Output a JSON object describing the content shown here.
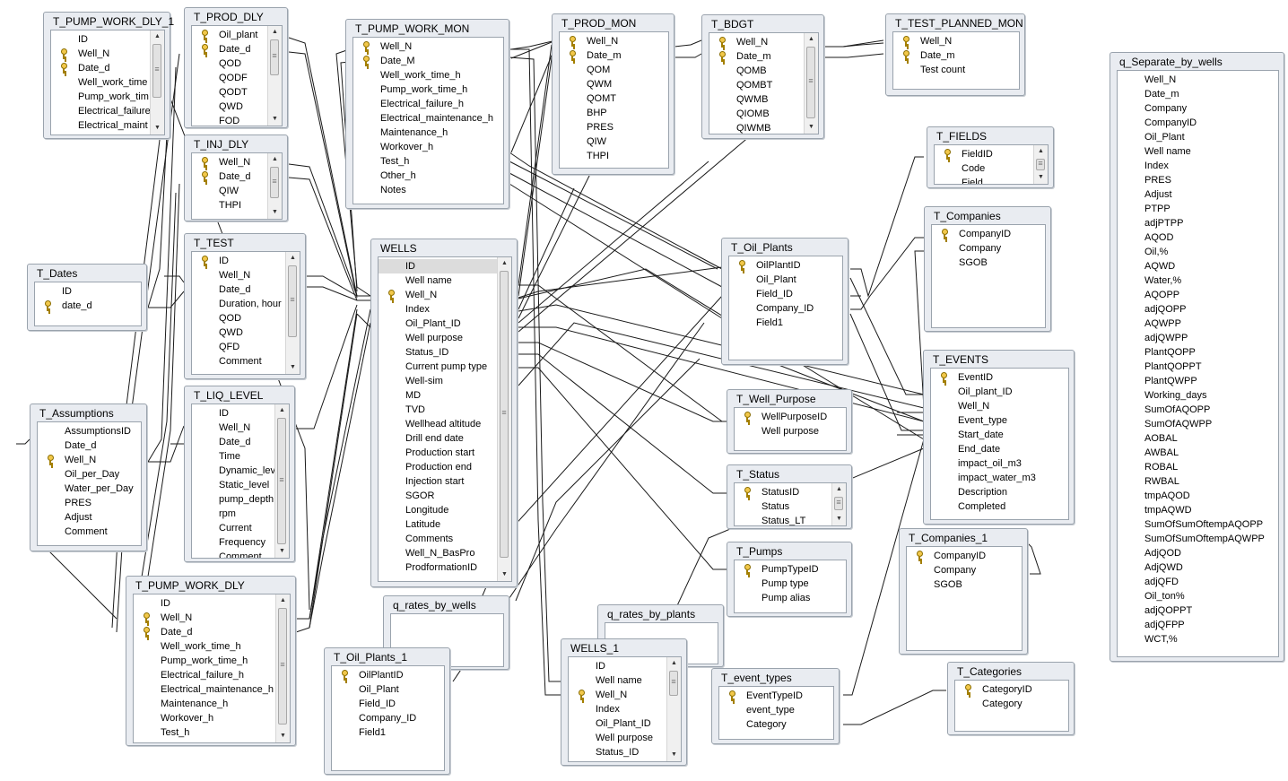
{
  "tables": [
    {
      "name": "T_PUMP_WORK_DLY_1",
      "fields": [
        {
          "t": "ID"
        },
        {
          "t": "Well_N",
          "k": 1
        },
        {
          "t": "Date_d",
          "k": 1
        },
        {
          "t": "Well_work_time"
        },
        {
          "t": "Pump_work_tim"
        },
        {
          "t": "Electrical_failure"
        },
        {
          "t": "Electrical_maint"
        }
      ]
    },
    {
      "name": "T_PROD_DLY",
      "fields": [
        {
          "t": "Oil_plant",
          "k": 1
        },
        {
          "t": "Date_d",
          "k": 1
        },
        {
          "t": "QOD"
        },
        {
          "t": "QODF"
        },
        {
          "t": "QODT"
        },
        {
          "t": "QWD"
        },
        {
          "t": "FOD"
        }
      ]
    },
    {
      "name": "T_PUMP_WORK_MON",
      "fields": [
        {
          "t": "Well_N",
          "k": 1
        },
        {
          "t": "Date_M",
          "k": 1
        },
        {
          "t": "Well_work_time_h"
        },
        {
          "t": "Pump_work_time_h"
        },
        {
          "t": "Electrical_failure_h"
        },
        {
          "t": "Electrical_maintenance_h"
        },
        {
          "t": "Maintenance_h"
        },
        {
          "t": "Workover_h"
        },
        {
          "t": "Test_h"
        },
        {
          "t": "Other_h"
        },
        {
          "t": "Notes"
        }
      ]
    },
    {
      "name": "T_PROD_MON",
      "fields": [
        {
          "t": "Well_N",
          "k": 1
        },
        {
          "t": "Date_m",
          "k": 1
        },
        {
          "t": "QOM"
        },
        {
          "t": "QWM"
        },
        {
          "t": "QOMT"
        },
        {
          "t": "BHP"
        },
        {
          "t": "PRES"
        },
        {
          "t": "QIW"
        },
        {
          "t": "THPI"
        }
      ]
    },
    {
      "name": "T_BDGT",
      "fields": [
        {
          "t": "Well_N",
          "k": 1
        },
        {
          "t": "Date_m",
          "k": 1
        },
        {
          "t": "QOMB"
        },
        {
          "t": "QOMBT"
        },
        {
          "t": "QWMB"
        },
        {
          "t": "QIOMB"
        },
        {
          "t": "QIWMB"
        }
      ]
    },
    {
      "name": "T_TEST_PLANNED_MON",
      "fields": [
        {
          "t": "Well_N",
          "k": 1
        },
        {
          "t": "Date_m",
          "k": 1
        },
        {
          "t": "Test count"
        }
      ]
    },
    {
      "name": "q_Separate_by_wells",
      "fields": [
        {
          "t": "Well_N"
        },
        {
          "t": "Date_m"
        },
        {
          "t": "Company"
        },
        {
          "t": "CompanyID"
        },
        {
          "t": "Oil_Plant"
        },
        {
          "t": "Well name"
        },
        {
          "t": "Index"
        },
        {
          "t": "PRES"
        },
        {
          "t": "Adjust"
        },
        {
          "t": "PTPP"
        },
        {
          "t": "adjPTPP"
        },
        {
          "t": "AQOD"
        },
        {
          "t": "Oil,%"
        },
        {
          "t": "AQWD"
        },
        {
          "t": "Water,%"
        },
        {
          "t": "AQOPP"
        },
        {
          "t": "adjQOPP"
        },
        {
          "t": "AQWPP"
        },
        {
          "t": "adjQWPP"
        },
        {
          "t": "PlantQOPP"
        },
        {
          "t": "PlantQOPPT"
        },
        {
          "t": "PlantQWPP"
        },
        {
          "t": "Working_days"
        },
        {
          "t": "SumOfAQOPP"
        },
        {
          "t": "SumOfAQWPP"
        },
        {
          "t": "AOBAL"
        },
        {
          "t": "AWBAL"
        },
        {
          "t": "ROBAL"
        },
        {
          "t": "RWBAL"
        },
        {
          "t": "tmpAQOD"
        },
        {
          "t": "tmpAQWD"
        },
        {
          "t": "SumOfSumOftempAQOPP"
        },
        {
          "t": "SumOfSumOftempAQWPP"
        },
        {
          "t": "AdjQOD"
        },
        {
          "t": "AdjQWD"
        },
        {
          "t": "adjQFD"
        },
        {
          "t": "Oil_ton%"
        },
        {
          "t": "adjQOPPT"
        },
        {
          "t": "adjQFPP"
        },
        {
          "t": "WCT,%"
        }
      ]
    },
    {
      "name": "T_INJ_DLY",
      "fields": [
        {
          "t": "Well_N",
          "k": 1
        },
        {
          "t": "Date_d",
          "k": 1
        },
        {
          "t": "QIW"
        },
        {
          "t": "THPI"
        }
      ]
    },
    {
      "name": "T_FIELDS",
      "fields": [
        {
          "t": "FieldID",
          "k": 1
        },
        {
          "t": "Code"
        },
        {
          "t": "Field"
        }
      ]
    },
    {
      "name": "T_Companies",
      "fields": [
        {
          "t": "CompanyID",
          "k": 1
        },
        {
          "t": "Company"
        },
        {
          "t": "SGOB"
        }
      ]
    },
    {
      "name": "T_TEST",
      "fields": [
        {
          "t": "ID",
          "k": 1
        },
        {
          "t": "Well_N"
        },
        {
          "t": "Date_d"
        },
        {
          "t": "Duration, hour"
        },
        {
          "t": "QOD"
        },
        {
          "t": "QWD"
        },
        {
          "t": "QFD"
        },
        {
          "t": "Comment"
        }
      ]
    },
    {
      "name": "T_Dates",
      "fields": [
        {
          "t": "ID"
        },
        {
          "t": "date_d",
          "k": 1
        }
      ]
    },
    {
      "name": "WELLS",
      "fields": [
        {
          "t": "ID",
          "s": 1
        },
        {
          "t": "Well name"
        },
        {
          "t": "Well_N",
          "k": 1
        },
        {
          "t": "Index"
        },
        {
          "t": "Oil_Plant_ID"
        },
        {
          "t": "Well purpose"
        },
        {
          "t": "Status_ID"
        },
        {
          "t": "Current pump type"
        },
        {
          "t": "Well-sim"
        },
        {
          "t": "MD"
        },
        {
          "t": "TVD"
        },
        {
          "t": "Wellhead altitude"
        },
        {
          "t": "Drill end date"
        },
        {
          "t": "Production start"
        },
        {
          "t": "Production end"
        },
        {
          "t": "Injection start"
        },
        {
          "t": "SGOR"
        },
        {
          "t": "Longitude"
        },
        {
          "t": "Latitude"
        },
        {
          "t": "Comments"
        },
        {
          "t": "Well_N_BasPro"
        },
        {
          "t": "ProdformationID"
        }
      ]
    },
    {
      "name": "T_Oil_Plants",
      "fields": [
        {
          "t": "OilPlantID",
          "k": 1
        },
        {
          "t": "Oil_Plant"
        },
        {
          "t": "Field_ID"
        },
        {
          "t": "Company_ID"
        },
        {
          "t": "Field1"
        }
      ]
    },
    {
      "name": "T_EVENTS",
      "fields": [
        {
          "t": "EventID",
          "k": 1
        },
        {
          "t": "Oil_plant_ID"
        },
        {
          "t": "Well_N"
        },
        {
          "t": "Event_type"
        },
        {
          "t": "Start_date"
        },
        {
          "t": "End_date"
        },
        {
          "t": "impact_oil_m3"
        },
        {
          "t": "impact_water_m3"
        },
        {
          "t": "Description"
        },
        {
          "t": "Completed"
        }
      ]
    },
    {
      "name": "T_LIQ_LEVEL",
      "fields": [
        {
          "t": "ID"
        },
        {
          "t": "Well_N"
        },
        {
          "t": "Date_d"
        },
        {
          "t": "Time"
        },
        {
          "t": "Dynamic_level"
        },
        {
          "t": "Static_level"
        },
        {
          "t": "pump_depth"
        },
        {
          "t": "rpm"
        },
        {
          "t": "Current"
        },
        {
          "t": "Frequency"
        },
        {
          "t": "Comment"
        }
      ]
    },
    {
      "name": "T_Assumptions",
      "fields": [
        {
          "t": "AssumptionsID"
        },
        {
          "t": "Date_d"
        },
        {
          "t": "Well_N",
          "k": 1
        },
        {
          "t": "Oil_per_Day"
        },
        {
          "t": "Water_per_Day"
        },
        {
          "t": "PRES"
        },
        {
          "t": "Adjust"
        },
        {
          "t": "Comment"
        }
      ]
    },
    {
      "name": "T_Well_Purpose",
      "fields": [
        {
          "t": "WellPurposeID",
          "k": 1
        },
        {
          "t": "Well purpose"
        }
      ]
    },
    {
      "name": "T_Status",
      "fields": [
        {
          "t": "StatusID",
          "k": 1
        },
        {
          "t": "Status"
        },
        {
          "t": "Status_LT"
        }
      ]
    },
    {
      "name": "T_Pumps",
      "fields": [
        {
          "t": "PumpTypeID",
          "k": 1
        },
        {
          "t": "Pump type"
        },
        {
          "t": "Pump alias"
        }
      ]
    },
    {
      "name": "T_Companies_1",
      "fields": [
        {
          "t": "CompanyID",
          "k": 1
        },
        {
          "t": "Company"
        },
        {
          "t": "SGOB"
        }
      ]
    },
    {
      "name": "T_PUMP_WORK_DLY",
      "fields": [
        {
          "t": "ID"
        },
        {
          "t": "Well_N",
          "k": 1
        },
        {
          "t": "Date_d",
          "k": 1
        },
        {
          "t": "Well_work_time_h"
        },
        {
          "t": "Pump_work_time_h"
        },
        {
          "t": "Electrical_failure_h"
        },
        {
          "t": "Electrical_maintenance_h"
        },
        {
          "t": "Maintenance_h"
        },
        {
          "t": "Workover_h"
        },
        {
          "t": "Test_h"
        }
      ]
    },
    {
      "name": "q_rates_by_wells",
      "fields": []
    },
    {
      "name": "q_rates_by_plants",
      "fields": []
    },
    {
      "name": "T_Oil_Plants_1",
      "fields": [
        {
          "t": "OilPlantID",
          "k": 1
        },
        {
          "t": "Oil_Plant"
        },
        {
          "t": "Field_ID"
        },
        {
          "t": "Company_ID"
        },
        {
          "t": "Field1"
        }
      ]
    },
    {
      "name": "WELLS_1",
      "fields": [
        {
          "t": "ID"
        },
        {
          "t": "Well name"
        },
        {
          "t": "Well_N",
          "k": 1
        },
        {
          "t": "Index"
        },
        {
          "t": "Oil_Plant_ID"
        },
        {
          "t": "Well purpose"
        },
        {
          "t": "Status_ID"
        }
      ]
    },
    {
      "name": "T_event_types",
      "fields": [
        {
          "t": "EventTypeID",
          "k": 1
        },
        {
          "t": "event_type"
        },
        {
          "t": "Category"
        }
      ]
    },
    {
      "name": "T_Categories",
      "fields": [
        {
          "t": "CategoryID",
          "k": 1
        },
        {
          "t": "Category"
        }
      ]
    }
  ]
}
